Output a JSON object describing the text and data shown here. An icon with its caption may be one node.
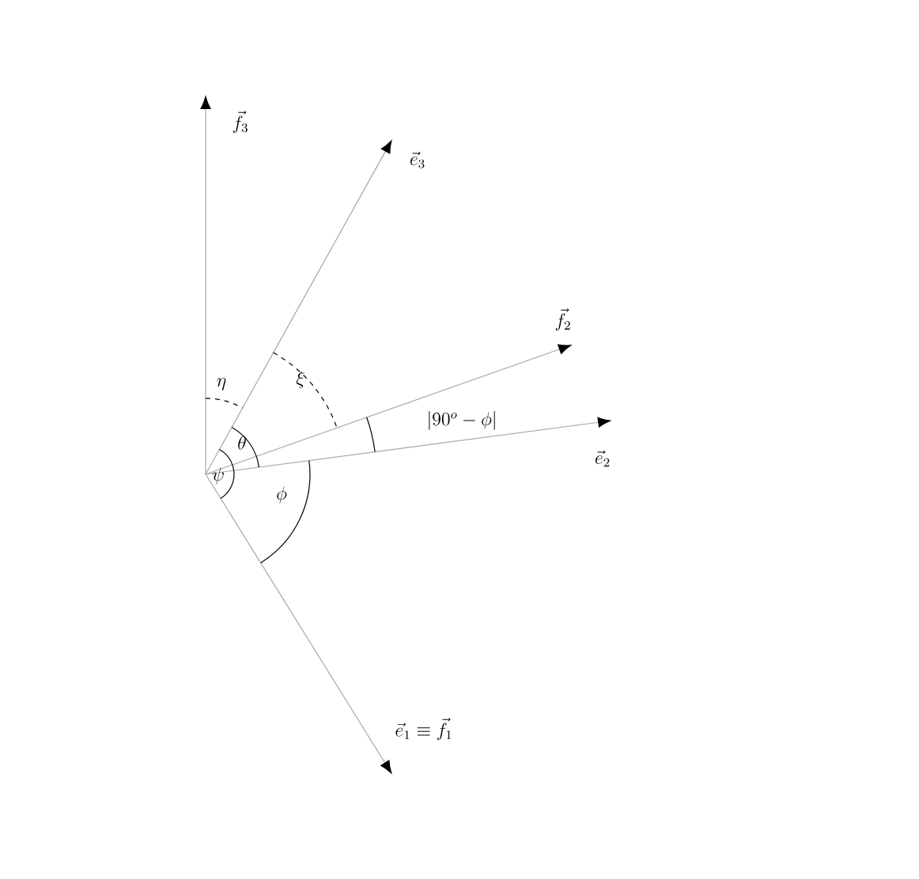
{
  "diagram": {
    "labels": [
      "\\vec{f}_3",
      "\\vec{e}_3",
      "\\vec{f}_2",
      "\\eta",
      "\\xi",
      "|90^{o}-\\phi|",
      "\\theta",
      "\\psi",
      "\\vec{e}_2",
      "\\phi",
      "\\vec{e}_1\\equiv\\vec{f}_1"
    ]
  }
}
